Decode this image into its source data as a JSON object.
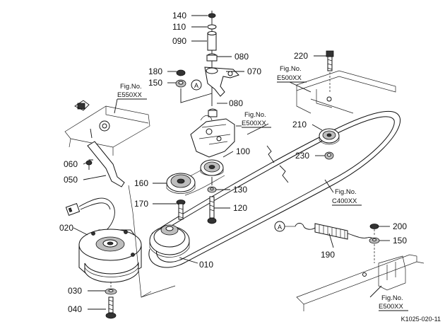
{
  "diagram": {
    "drawing_code": "K1025-020-11",
    "callout_letter": "A",
    "fig_label": "Fig.No.",
    "parts": {
      "p140": "140",
      "p110": "110",
      "p090": "090",
      "p080a": "080",
      "p070": "070",
      "p180": "180",
      "p150a": "150",
      "p080b": "080",
      "p220": "220",
      "p210": "210",
      "p230": "230",
      "p100": "100",
      "p130": "130",
      "p120": "120",
      "p160": "160",
      "p170": "170",
      "p060": "060",
      "p050": "050",
      "p020": "020",
      "p010": "010",
      "p030": "030",
      "p040": "040",
      "p190": "190",
      "p200": "200",
      "p150b": "150"
    },
    "figs": {
      "e550": "E550XX",
      "e500a": "E500XX",
      "e500b": "E500XX",
      "c400": "C400XX",
      "e500c": "E500XX"
    }
  }
}
